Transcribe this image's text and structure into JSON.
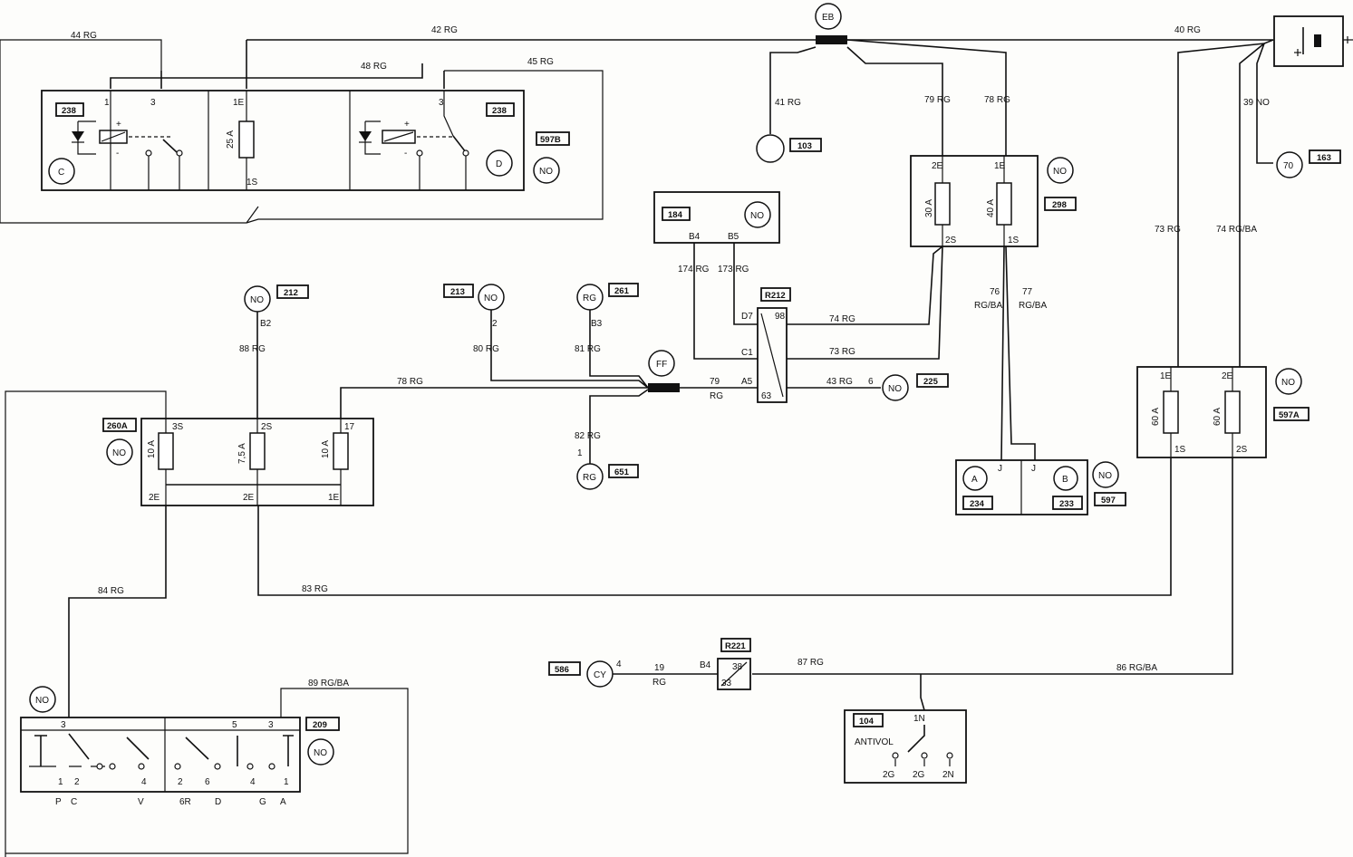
{
  "wires": {
    "w44": "44 RG",
    "w42": "42 RG",
    "w40": "40 RG",
    "w48": "48 RG",
    "w45": "45 RG",
    "w41": "41 RG",
    "w79": "79 RG",
    "w78": "78 RG",
    "w39": "39 NO",
    "w73": "73 RG",
    "w74": "74 RG/BA",
    "w174": "174 RG",
    "w173": "173 RG",
    "w74b": "74 RG",
    "w73b": "73 RG",
    "w43": "43 RG",
    "w76a": "76",
    "w76b": "RG/BA",
    "w77a": "77",
    "w77b": "RG/BA",
    "w88": "88 RG",
    "w80": "80 RG",
    "w81": "81 RG",
    "w78b": "78 RG",
    "w79a": "79",
    "w79b": "RG",
    "w82": "82 RG",
    "w84": "84 RG",
    "w83": "83 RG",
    "w89": "89 RG/BA",
    "w19a": "19",
    "w19b": "RG",
    "w87": "87 RG",
    "w86": "86 RG/BA"
  },
  "tags": {
    "t238a": "238",
    "t238b": "238",
    "t597B": "597B",
    "t103": "103",
    "t184": "184",
    "t298": "298",
    "t163": "163",
    "t212": "212",
    "t213": "213",
    "t261": "261",
    "tR212": "R212",
    "t225": "225",
    "t260A": "260A",
    "t651": "651",
    "t234": "234",
    "t233": "233",
    "t597": "597",
    "t597A": "597A",
    "t586": "586",
    "tR221": "R221",
    "t104": "104",
    "t209": "209"
  },
  "conn": {
    "EB": "EB",
    "FF": "FF",
    "NO": "NO",
    "RG": "RG",
    "CY": "CY",
    "C": "C",
    "D": "D",
    "A": "A",
    "B": "B",
    "c70": "70"
  },
  "pins": {
    "p1": "1",
    "p3": "3",
    "p1E": "1E",
    "p1S": "1S",
    "p2E": "2E",
    "p2S": "2S",
    "p3S": "3S",
    "pB4": "B4",
    "pB5": "B5",
    "pB2": "B2",
    "pB3": "B3",
    "p2": "2",
    "pD7": "D7",
    "pC1": "C1",
    "pA5": "A5",
    "p98": "98",
    "p63": "63",
    "p6": "6",
    "pJ": "J",
    "p4": "4",
    "p38": "38",
    "p33": "33",
    "p1N": "1N",
    "p2G": "2G",
    "p2N": "2N",
    "p5": "5",
    "p6b": "6",
    "pP": "P",
    "pC": "C",
    "pV": "V",
    "p6R": "6R",
    "pD": "D",
    "pG": "G",
    "pA": "A",
    "p1b": "1",
    "p2b": "2",
    "p4b": "4",
    "p2c": "2",
    "p4c": "4",
    "p1c": "1",
    "p3b": "3",
    "pJb": "J",
    "p1d": "1",
    "p17": "17"
  },
  "fuses": {
    "f25": "25 A",
    "f30": "30 A",
    "f40": "40 A",
    "f10a": "10 A",
    "f75": "7,5 A",
    "f10b": "10 A",
    "f60a": "60 A",
    "f60b": "60 A"
  },
  "misc": {
    "antivol": "ANTIVOL"
  }
}
